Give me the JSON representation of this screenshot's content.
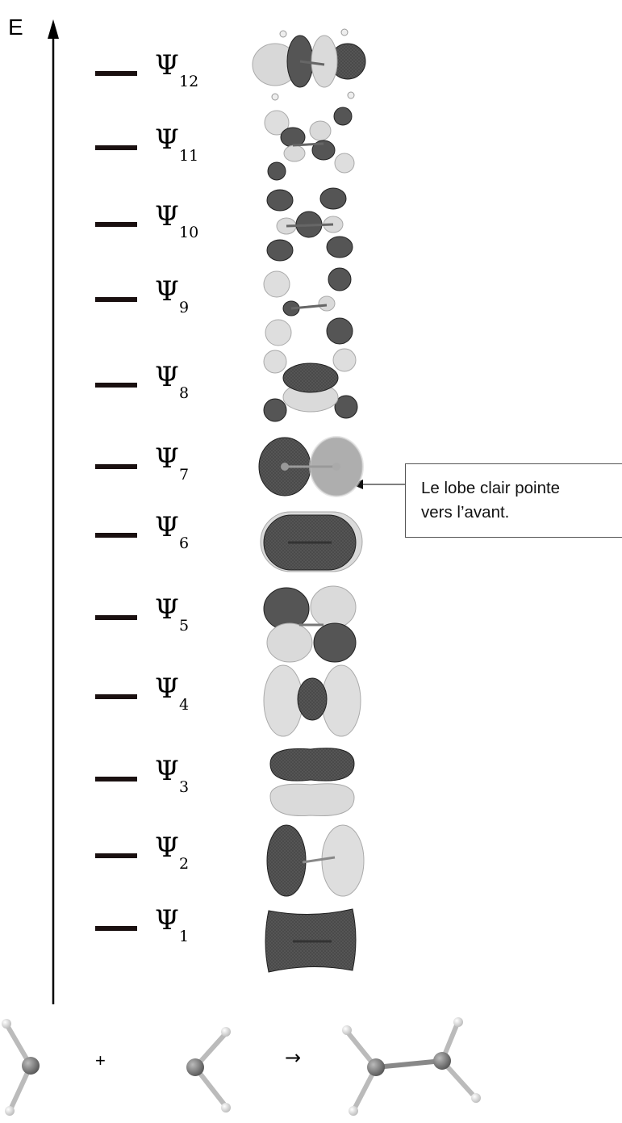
{
  "energy_axis": {
    "label": "E"
  },
  "levels": [
    {
      "symbol": "Ψ",
      "index": "12"
    },
    {
      "symbol": "Ψ",
      "index": "11"
    },
    {
      "symbol": "Ψ",
      "index": "10"
    },
    {
      "symbol": "Ψ",
      "index": "9"
    },
    {
      "symbol": "Ψ",
      "index": "8"
    },
    {
      "symbol": "Ψ",
      "index": "7"
    },
    {
      "symbol": "Ψ",
      "index": "6"
    },
    {
      "symbol": "Ψ",
      "index": "5"
    },
    {
      "symbol": "Ψ",
      "index": "4"
    },
    {
      "symbol": "Ψ",
      "index": "3"
    },
    {
      "symbol": "Ψ",
      "index": "2"
    },
    {
      "symbol": "Ψ",
      "index": "1"
    }
  ],
  "callout": {
    "line1": "Le lobe clair pointe",
    "line2": "vers l’avant."
  },
  "reaction": {
    "plus": "+",
    "arrow": "→"
  },
  "colors": {
    "dark_lobe": "#555555",
    "light_lobe": "#d4d4d4",
    "level_bar": "#1a1010"
  }
}
